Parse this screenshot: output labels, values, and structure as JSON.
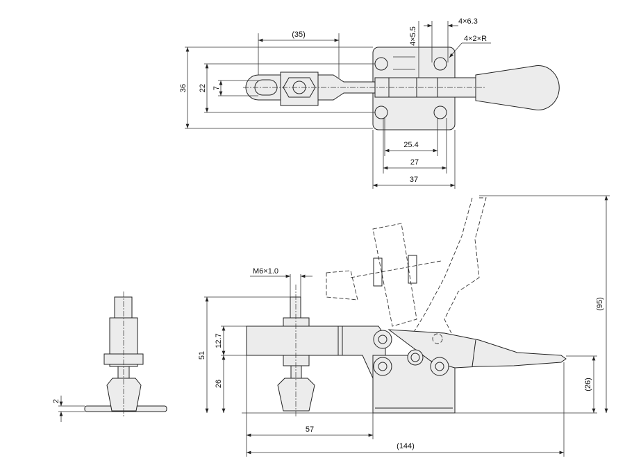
{
  "drawing": {
    "top_view": {
      "dims": {
        "arm_reach": "(35)",
        "hole_dia": "4×5.5",
        "counterbore": "4×6.3",
        "corner_radius": "4×2×R",
        "overall_height": "36",
        "hole_pitch_v": "22",
        "slot_width": "7",
        "hole_pitch_h_a": "25.4",
        "hole_pitch_h_b": "27",
        "base_width": "37"
      }
    },
    "side_view": {
      "dims": {
        "thread": "M6×1.0",
        "overall": "51",
        "arm_thickness": "12.7",
        "arm_height": "26",
        "spindle_offset": "57",
        "overall_length": "(144)",
        "open_height": "(95)",
        "handle_height": "(26)"
      }
    },
    "front_view": {
      "dims": {
        "base_thickness": "2"
      }
    }
  }
}
